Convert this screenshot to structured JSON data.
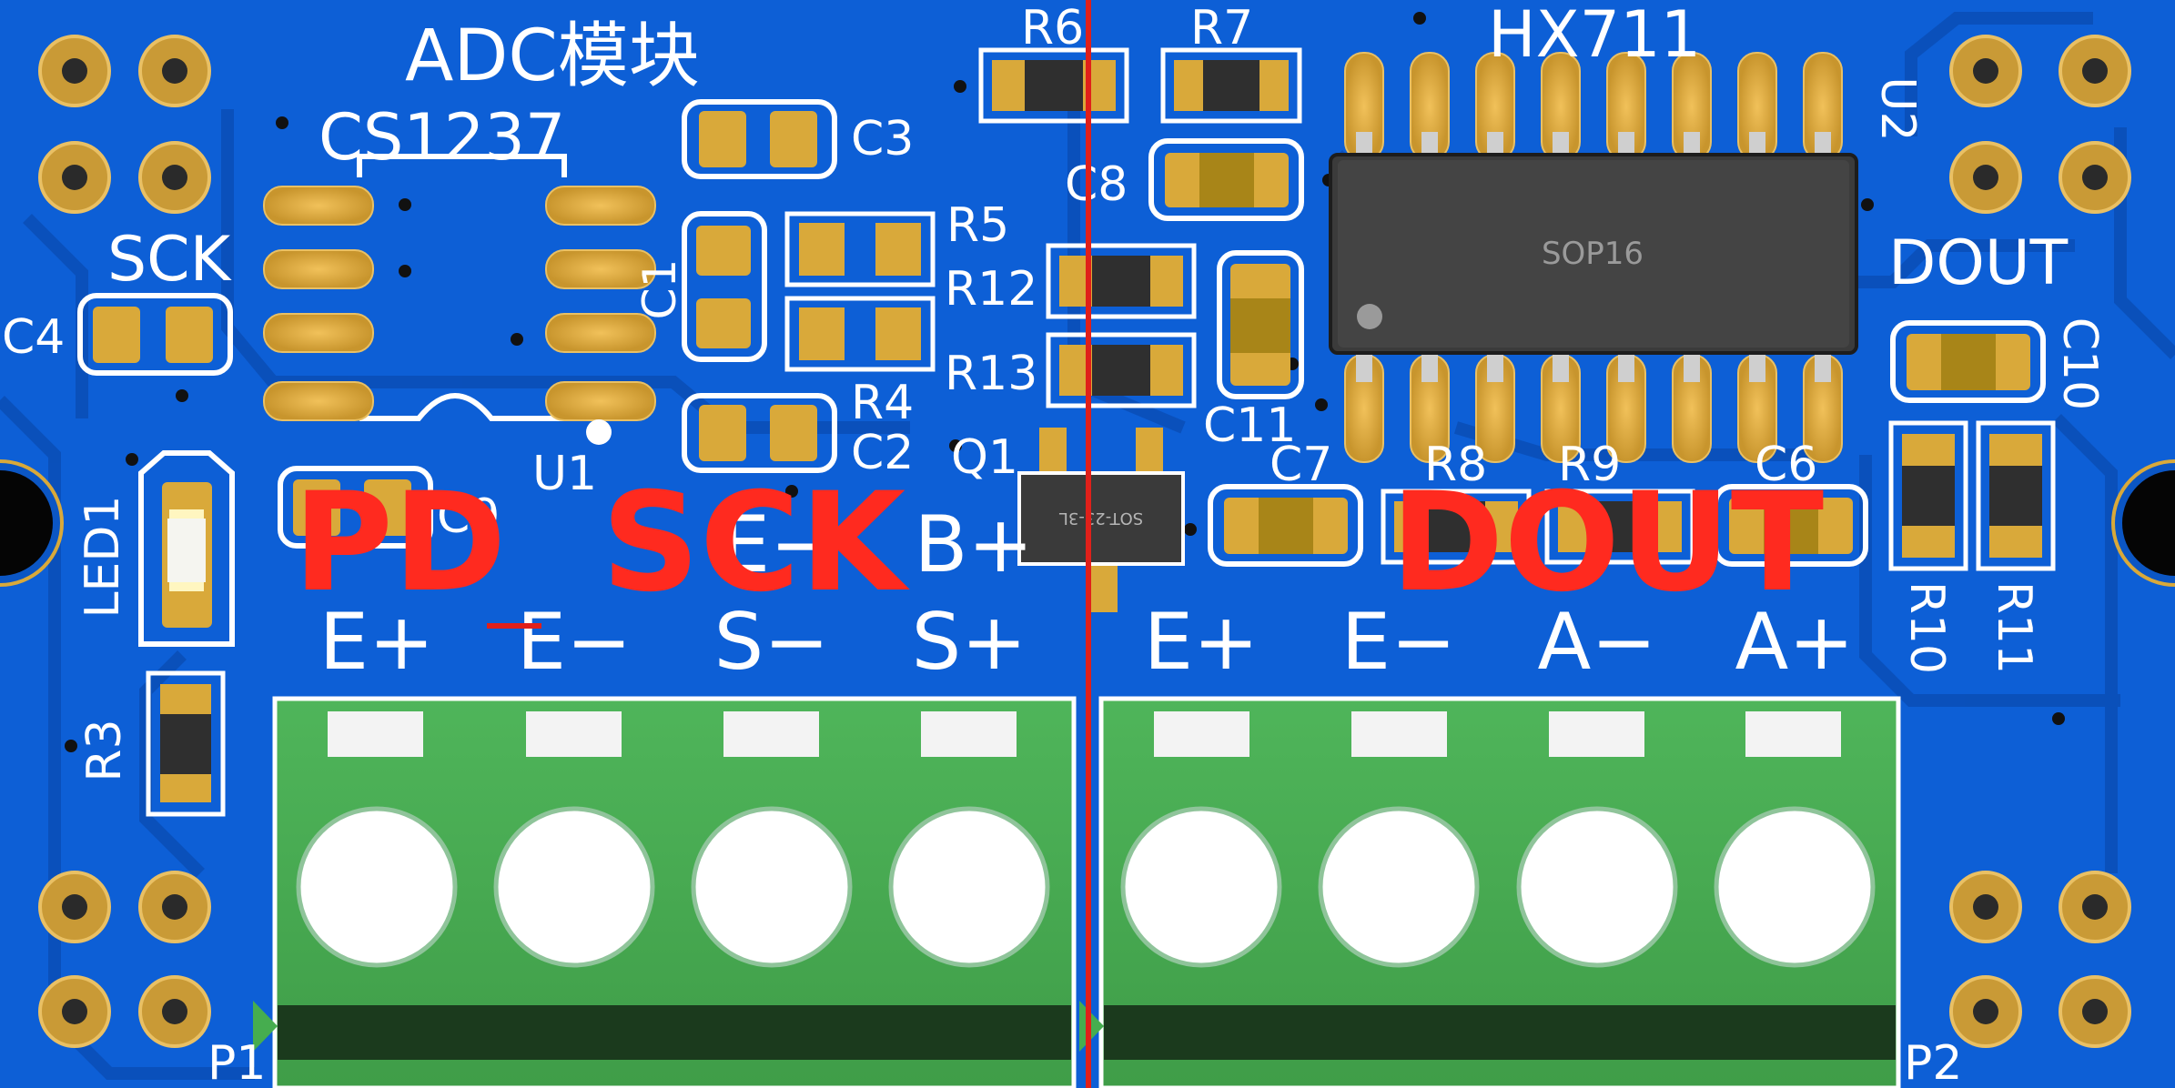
{
  "board": {
    "module_title": "ADC模块",
    "left_chip_name": "CS1237",
    "right_chip_name": "HX711",
    "package_label": "SOP16",
    "transistor_package": "SOT-23-3L"
  },
  "silkscreen": {
    "sck": "SCK",
    "dout": "DOUT",
    "c1": "C1",
    "c2": "C2",
    "c3": "C3",
    "c4": "C4",
    "c6": "C6",
    "c7": "C7",
    "c8": "C8",
    "c9": "C9",
    "c10": "C10",
    "c11": "C11",
    "r3": "R3",
    "r4": "R4",
    "r5": "R5",
    "r6": "R6",
    "r7": "R7",
    "r8": "R8",
    "r9": "R9",
    "r10": "R10",
    "r11": "R11",
    "r12": "R12",
    "r13": "R13",
    "u1": "U1",
    "u2": "U2",
    "q1": "Q1",
    "led1": "LED1",
    "p1": "P1",
    "p2": "P2"
  },
  "terminals": {
    "top_left_labels": [
      "E−",
      "B+"
    ],
    "left": [
      "E+",
      "E−",
      "S−",
      "S+"
    ],
    "right": [
      "E+",
      "E−",
      "A−",
      "A+"
    ]
  },
  "annotations": {
    "left": "PD  SCK",
    "right": "DOUT",
    "divider_color": "#e0201a"
  },
  "colors": {
    "board": "#0d5fd6",
    "pad": "#d9a93a",
    "terminal": "#46ad4f",
    "annotation": "#ff2a1f"
  }
}
